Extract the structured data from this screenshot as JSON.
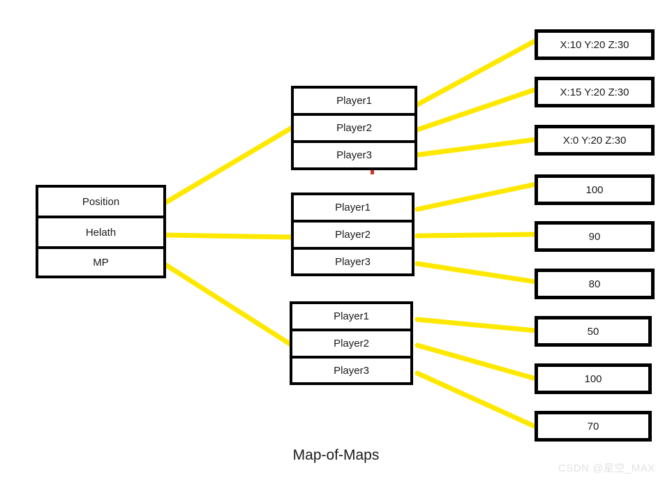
{
  "title": "Map-of-Maps",
  "watermark": "CSDN @星空_MAX",
  "colors": {
    "connector": "#FFE800",
    "border": "#000000",
    "background": "#FFFFFF",
    "text": "#1A1A1A",
    "marker": "#D4312A",
    "watermark": "#E2E2E2"
  },
  "root": {
    "name": "attribute-map",
    "rows": [
      {
        "label": "Position"
      },
      {
        "label": "Helath"
      },
      {
        "label": "MP"
      }
    ]
  },
  "groups": [
    {
      "name": "position-players",
      "rows": [
        {
          "label": "Player1"
        },
        {
          "label": "Player2"
        },
        {
          "label": "Player3"
        }
      ],
      "values": [
        {
          "label": "X:10 Y:20 Z:30"
        },
        {
          "label": "X:15 Y:20 Z:30"
        },
        {
          "label": "X:0 Y:20 Z:30"
        }
      ]
    },
    {
      "name": "health-players",
      "rows": [
        {
          "label": "Player1"
        },
        {
          "label": "Player2"
        },
        {
          "label": "Player3"
        }
      ],
      "values": [
        {
          "label": "100"
        },
        {
          "label": "90"
        },
        {
          "label": "80"
        }
      ]
    },
    {
      "name": "mp-players",
      "rows": [
        {
          "label": "Player1"
        },
        {
          "label": "Player2"
        },
        {
          "label": "Player3"
        }
      ],
      "values": [
        {
          "label": "50"
        },
        {
          "label": "100"
        },
        {
          "label": "70"
        }
      ]
    }
  ]
}
